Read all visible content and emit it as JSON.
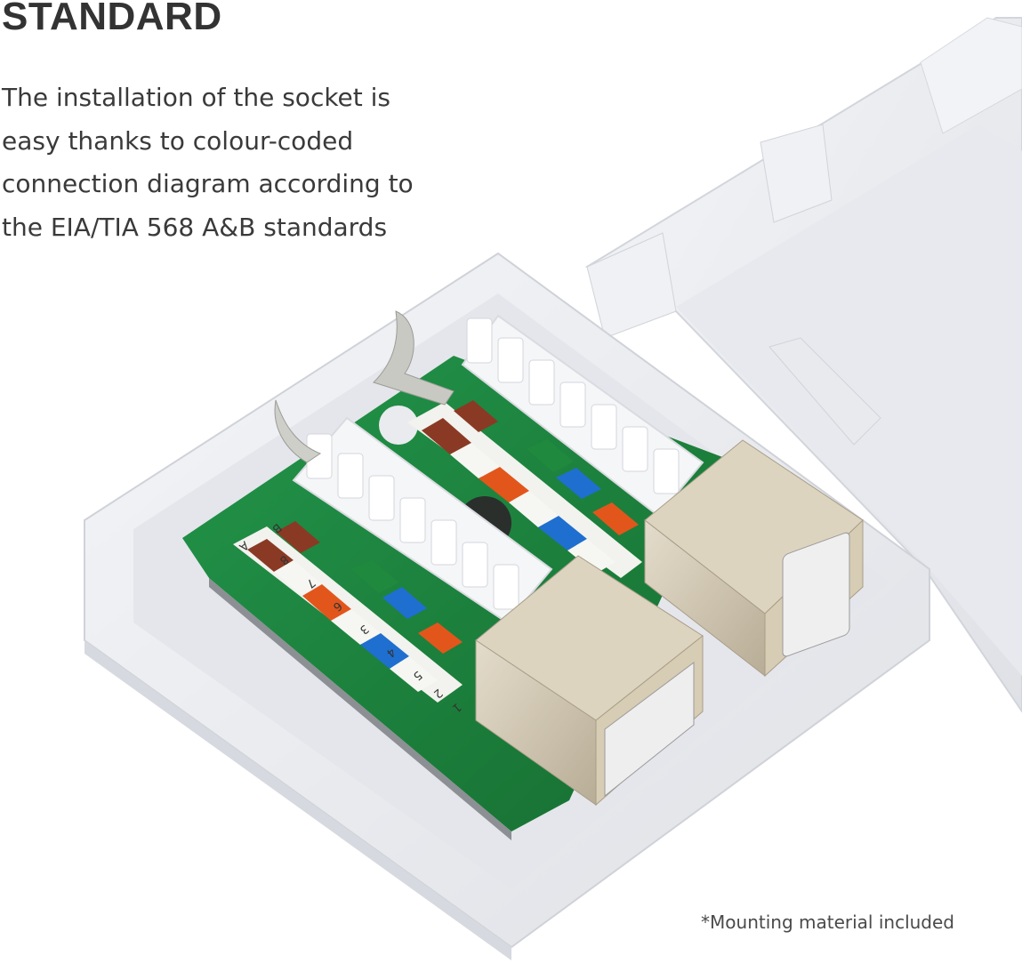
{
  "heading": "STANDARD",
  "description_lines": [
    "The installation of the socket is",
    "easy thanks to colour-coded",
    "connection diagram according to",
    "the EIA/TIA 568 A&B standards"
  ],
  "footnote": "*Mounting material included",
  "pin_labels": [
    "A",
    "B",
    "8",
    "7",
    "6",
    "3",
    "4",
    "5",
    "2",
    "1"
  ],
  "colors": {
    "pcb_green": "#1f8a3e",
    "wire_brown": "#8a3a24",
    "wire_orange": "#e2561c",
    "wire_blue": "#1f6fd0",
    "housing_white": "#eceef2",
    "jack_metal": "#cfc6b2"
  }
}
